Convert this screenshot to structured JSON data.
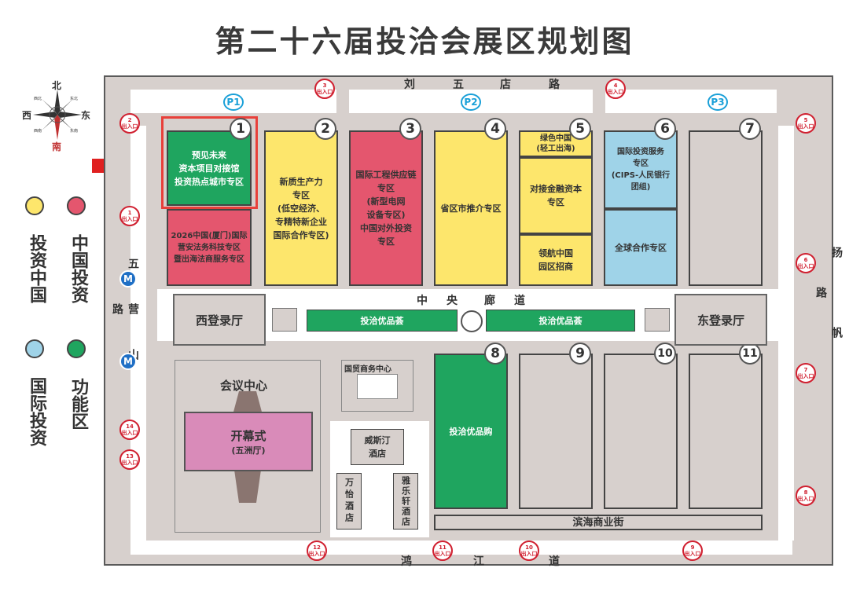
{
  "title": "第二十六届投洽会展区规划图",
  "compass": {
    "north": "北",
    "south": "南",
    "east": "东",
    "west": "西",
    "ne": "东北",
    "nw": "西北",
    "se": "东南",
    "sw": "西南"
  },
  "streets": {
    "north": [
      "刘",
      "五",
      "店",
      "路"
    ],
    "south": [
      "鸿",
      "江",
      "道"
    ],
    "west": "五营山路",
    "east": "扬帆路",
    "corridor": [
      "中",
      "央",
      "廊",
      "道"
    ]
  },
  "parking": [
    "P1",
    "P2",
    "P3"
  ],
  "exit_label": "出入口",
  "exits": [
    "1",
    "2",
    "3",
    "4",
    "5",
    "6",
    "7",
    "8",
    "9",
    "10",
    "11",
    "12",
    "13",
    "14"
  ],
  "halls": {
    "h1_top": "预见未来\n资本项目对接馆\n投资热点城市专区",
    "h1_bottom": "2026中国(厦门)国际\n营安法务科技专区\n暨出海法商服务专区",
    "h2": "新质生产力\n专区\n(低空经济、\n专精特新企业\n国际合作专区)",
    "h3": "国际工程供应链\n专区\n(新型电网\n设备专区)\n中国对外投资\n专区",
    "h4": "省区市推介专区",
    "h5_top": "绿色中国\n(轻工出海)",
    "h5_mid": "对接金融资本\n专区",
    "h5_bottom": "领航中国\n园区招商",
    "h6_top": "国际投资服务\n专区\n(CIPS-人民银行\n团组)",
    "h6_bottom": "全球合作专区",
    "h8": "投洽优品购",
    "corridor_left": "投洽优品荟",
    "corridor_right": "投洽优品荟",
    "west_lobby": "西登录厅",
    "east_lobby": "东登录厅",
    "conference": "会议中心",
    "opening": "开幕式",
    "opening_sub": "(五洲厅)",
    "business_center": "国贸商务中心",
    "westin": "威斯汀\n酒店",
    "wanyi": "万怡酒店",
    "yalexuan": "雅乐轩酒店",
    "binhai": "滨海商业街"
  },
  "hall_numbers": [
    "1",
    "2",
    "3",
    "4",
    "5",
    "6",
    "7",
    "8",
    "9",
    "10",
    "11"
  ],
  "legend": [
    {
      "label": "投资中国",
      "color": "#fde66c"
    },
    {
      "label": "中国投资",
      "color": "#e4566e"
    },
    {
      "label": "国际投资",
      "color": "#9fd3e8"
    },
    {
      "label": "功能区",
      "color": "#1fa55f"
    }
  ],
  "colors": {
    "yellow": "#fde66c",
    "red": "#e4566e",
    "blue": "#9fd3e8",
    "green": "#1fa55f",
    "gray": "#d7d0cd",
    "pink": "#d98bb9",
    "exit": "#d02030",
    "parking": "#1aa0d8",
    "highlight": "#e8403a"
  },
  "icons": [
    "compass-rose-icon",
    "metro-icon",
    "arrow-right-icon"
  ]
}
